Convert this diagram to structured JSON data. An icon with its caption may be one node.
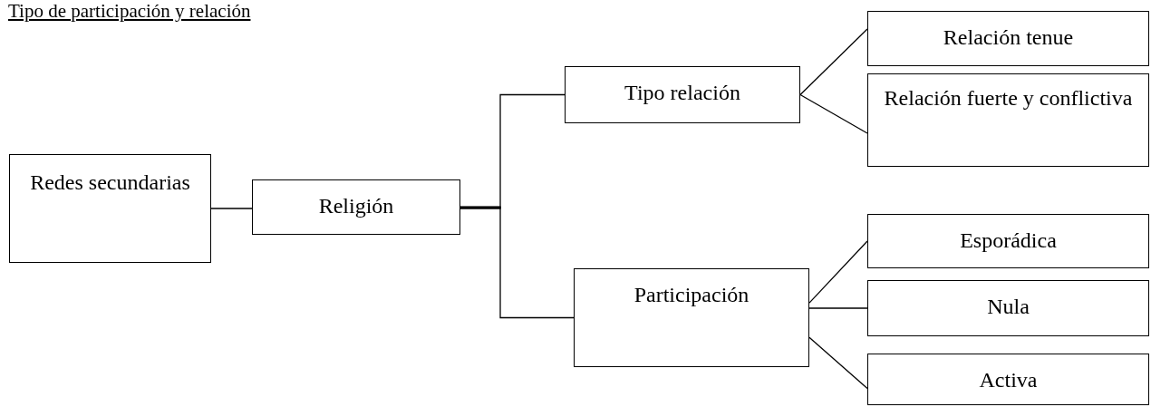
{
  "diagram": {
    "title": "Tipo de participación y relación",
    "nodes": [
      {
        "text": [
          "Redes secundarias"
        ]
      },
      {
        "text": [
          "Religión"
        ]
      },
      {
        "text": [
          "Tipo relación"
        ]
      },
      {
        "text": [
          "Participación"
        ]
      },
      {
        "text": [
          "Relación tenue"
        ]
      },
      {
        "text": [
          "Relación fuerte y conflictiva"
        ]
      },
      {
        "text": [
          "Esporádica"
        ]
      },
      {
        "text": [
          "Nula"
        ]
      },
      {
        "text": [
          "Activa"
        ]
      }
    ],
    "edges": [
      {
        "from": 0,
        "to": 1,
        "arrow": "none"
      },
      {
        "from": 1,
        "to": 2,
        "arrow": "none"
      },
      {
        "from": 1,
        "to": 3,
        "arrow": "none"
      },
      {
        "from": 2,
        "to": 4,
        "arrow": "none"
      },
      {
        "from": 2,
        "to": 5,
        "arrow": "none"
      },
      {
        "from": 3,
        "to": 6,
        "arrow": "none"
      },
      {
        "from": 3,
        "to": 7,
        "arrow": "none"
      },
      {
        "from": 3,
        "to": 8,
        "arrow": "none"
      }
    ]
  }
}
